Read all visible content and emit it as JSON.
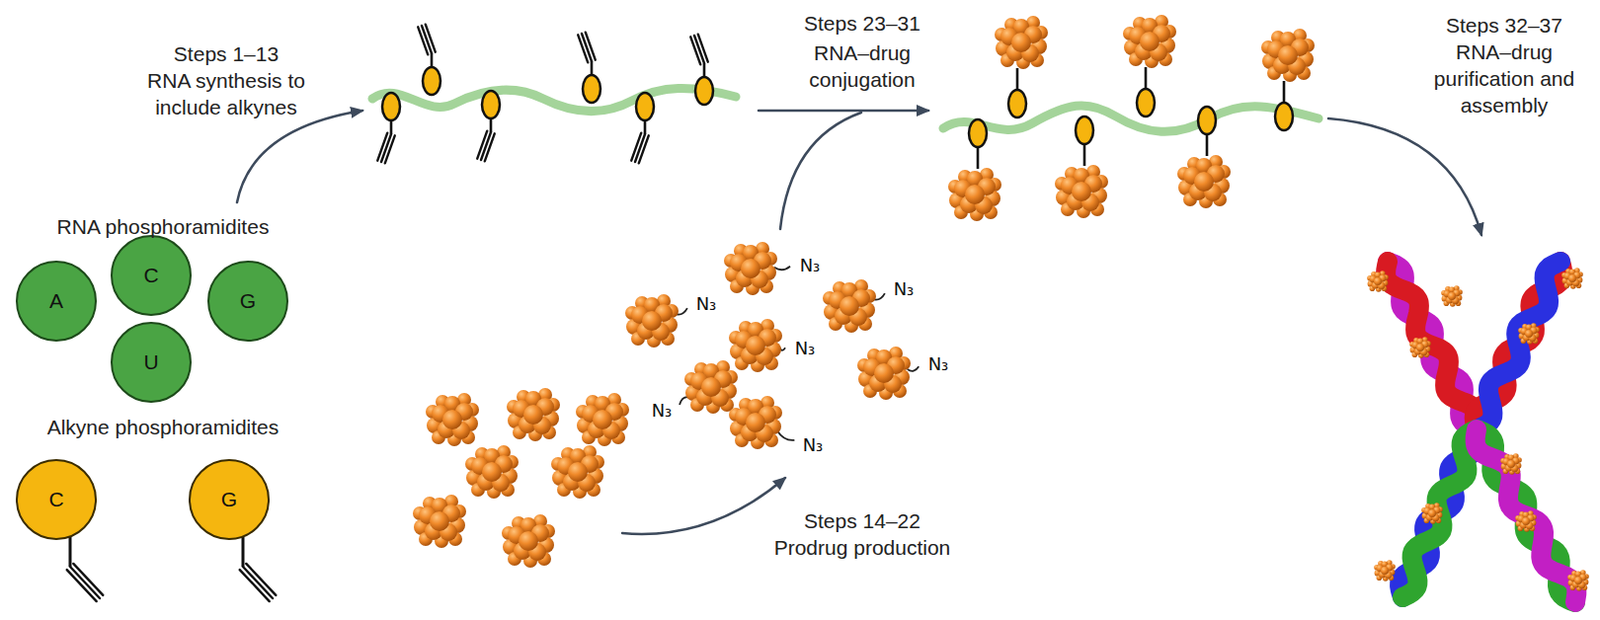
{
  "diagram": {
    "nodes": [
      {
        "text": [
          "A"
        ]
      },
      {
        "text": [
          "C"
        ]
      },
      {
        "text": [
          "G"
        ]
      },
      {
        "text": [
          "U"
        ]
      },
      {
        "text": [
          "C"
        ]
      },
      {
        "text": [
          "G"
        ]
      }
    ],
    "labels": [
      "Steps 1–13",
      "RNA synthesis to include alkynes",
      "RNA phosphoramidites",
      "Alkyne phosphoramidites",
      "Steps 23–31",
      "RNA–drug conjugation",
      "Steps 14–22",
      "Prodrug production",
      "N₃",
      "N₃",
      "N₃",
      "N₃",
      "N₃",
      "N₃",
      "N₃",
      "Steps 32–37",
      "RNA–drug purification and assembly"
    ]
  }
}
